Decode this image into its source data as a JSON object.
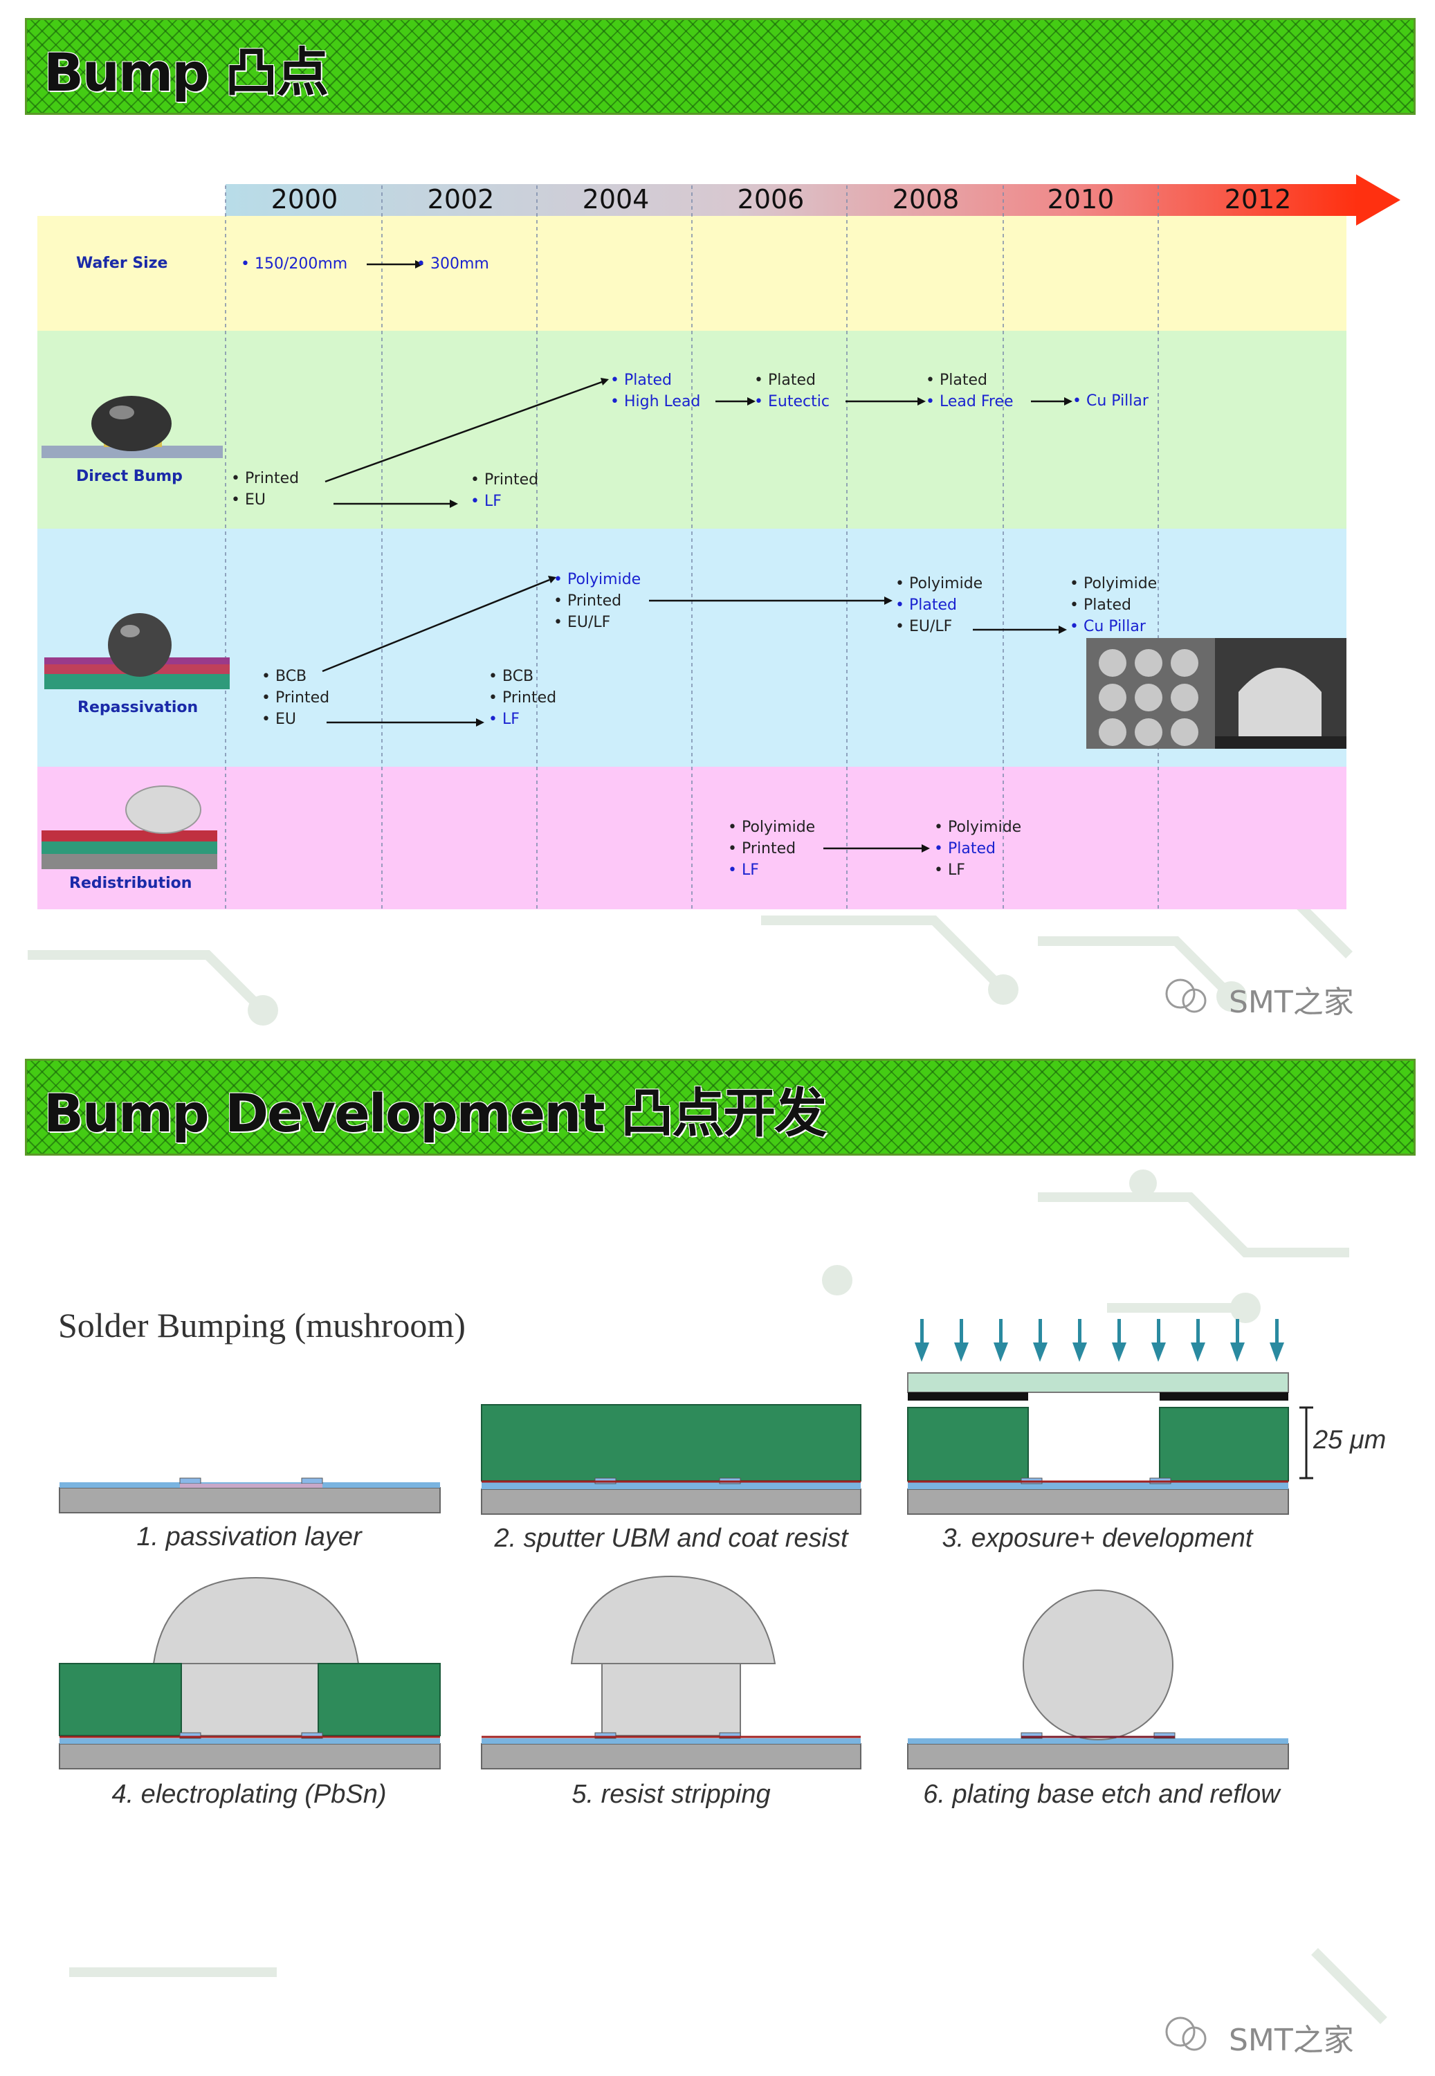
{
  "slide1": {
    "title": "Bump 凸点",
    "years": [
      "2000",
      "2002",
      "2004",
      "2006",
      "2008",
      "2010",
      "2012"
    ],
    "rows": {
      "wafer_size": "Wafer Size",
      "direct_bump": "Direct Bump",
      "repassivation": "Repassivation",
      "redistribution": "Redistribution"
    },
    "wafer": {
      "a": "150/200mm",
      "b": "300mm"
    },
    "direct": {
      "printed_eu": [
        "Printed",
        "EU"
      ],
      "printed_lf": [
        "Printed",
        "LF"
      ],
      "plated_highlead": [
        "Plated",
        "High Lead"
      ],
      "plated_eutectic": [
        "Plated",
        "Eutectic"
      ],
      "plated_leadfree": [
        "Plated",
        "Lead Free"
      ],
      "cu_pillar": "Cu Pillar"
    },
    "repass": {
      "bcb_printed_eu": [
        "BCB",
        "Printed",
        "EU"
      ],
      "bcb_printed_lf": [
        "BCB",
        "Printed",
        "LF"
      ],
      "poly_printed_eulf": [
        "Polyimide",
        "Printed",
        "EU/LF"
      ],
      "poly_plated_eulf": [
        "Polyimide",
        "Plated",
        "EU/LF"
      ],
      "poly_plated_cupillar": [
        "Polyimide",
        "Plated",
        "Cu Pillar"
      ]
    },
    "redist": {
      "poly_printed_lf": [
        "Polyimide",
        "Printed",
        "LF"
      ],
      "poly_plated_lf": [
        "Polyimide",
        "Plated",
        "LF"
      ]
    },
    "watermark": "SMT之家"
  },
  "slide2": {
    "title": "Bump Development 凸点开发",
    "section_title": "Solder Bumping (mushroom)",
    "dimension": "25 μm",
    "steps": [
      "1. passivation layer",
      "2. sputter UBM and coat resist",
      "3. exposure+ development",
      "4. electroplating (PbSn)",
      "5. resist stripping",
      "6. plating base etch and reflow"
    ],
    "watermark": "SMT之家"
  },
  "colors": {
    "banner_green": "#44cc14",
    "resist_green": "#2e8b5a",
    "label_blue": "#1a2aa8",
    "arrow_teal": "#2a8aa0",
    "timeline_red": "#ff3010"
  }
}
